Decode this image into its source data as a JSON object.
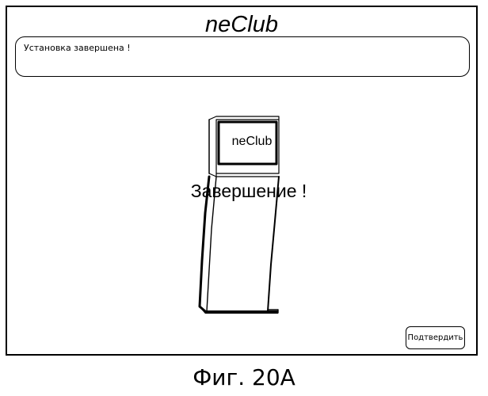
{
  "app": {
    "title": "neClub"
  },
  "status_panel": {
    "message": "Установка завершена !"
  },
  "kiosk": {
    "screen_label": "neClub"
  },
  "main": {
    "completion_text": "Завершение !"
  },
  "actions": {
    "confirm_label": "Подтвердить"
  },
  "caption": {
    "text": "Фиг. 20А"
  }
}
